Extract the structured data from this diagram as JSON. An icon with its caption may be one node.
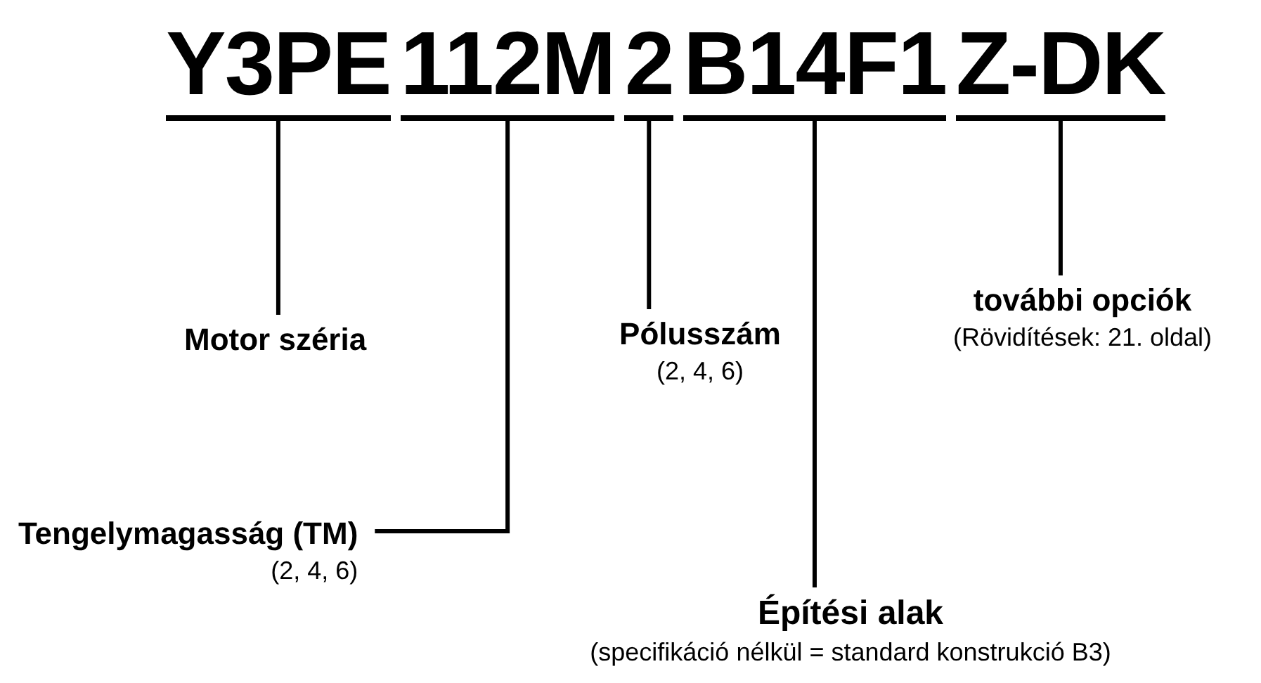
{
  "diagram": {
    "nodes": [
      {
        "text": [
          "Y3PE"
        ]
      },
      {
        "text": [
          "112M"
        ]
      },
      {
        "text": [
          "2"
        ]
      },
      {
        "text": [
          "B14F1"
        ]
      },
      {
        "text": [
          "Z-DK"
        ]
      },
      {
        "text": [
          "Motor széria"
        ]
      },
      {
        "text": [
          "Pólusszám",
          "(2, 4, 6)"
        ]
      },
      {
        "text": [
          "további opciók",
          "(Rövidítések: 21. oldal)"
        ]
      },
      {
        "text": [
          "Tengelymagasság (TM)",
          "(2, 4, 6)"
        ]
      },
      {
        "text": [
          "Építési alak",
          "(specifikáció nélkül = standard konstrukció B3)"
        ]
      }
    ],
    "edges": [
      {
        "from": 0,
        "to": 5,
        "arrow": "none"
      },
      {
        "from": 1,
        "to": 8,
        "arrow": "none"
      },
      {
        "from": 2,
        "to": 6,
        "arrow": "none"
      },
      {
        "from": 3,
        "to": 9,
        "arrow": "none"
      },
      {
        "from": 4,
        "to": 7,
        "arrow": "none"
      }
    ]
  }
}
